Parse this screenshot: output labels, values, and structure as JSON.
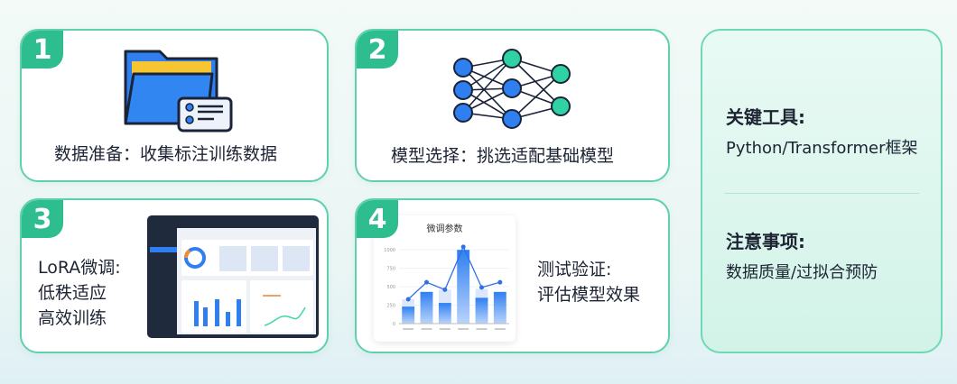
{
  "steps": [
    {
      "number": "1",
      "caption": "数据准备：收集标注训练数据",
      "icon": "folder-document-icon"
    },
    {
      "number": "2",
      "caption": "模型选择：挑选适配基础模型",
      "icon": "neural-network-icon"
    },
    {
      "number": "3",
      "caption_lines": [
        "LoRA微调:",
        "低秩适应",
        "高效训练"
      ],
      "icon": "dashboard-screenshot"
    },
    {
      "number": "4",
      "caption_lines": [
        "测试验证:",
        "评估模型效果"
      ],
      "icon": "bar-line-chart"
    }
  ],
  "info": {
    "tools_title": "关键工具:",
    "tools_value": "Python/Transformer框架",
    "notes_title": "注意事项:",
    "notes_value": "数据质量/过拟合预防"
  },
  "colors": {
    "accent": "#2ebd8e",
    "blue": "#2f7ff0",
    "node_green": "#2fd3a3"
  },
  "chart_data": {
    "type": "bar",
    "title": "微调参数",
    "categories": [
      "",
      "",
      "",
      "",
      "",
      ""
    ],
    "series": [
      {
        "name": "bars",
        "values": [
          230,
          430,
          280,
          1000,
          350,
          430
        ]
      },
      {
        "name": "bars-light",
        "values": [
          330,
          430,
          460,
          1000,
          470,
          430
        ]
      },
      {
        "name": "line",
        "values": [
          330,
          560,
          460,
          1040,
          490,
          560
        ]
      }
    ],
    "yticks": [
      "0",
      "250",
      "500",
      "750",
      "1000"
    ],
    "ylim": [
      0,
      1100
    ]
  }
}
